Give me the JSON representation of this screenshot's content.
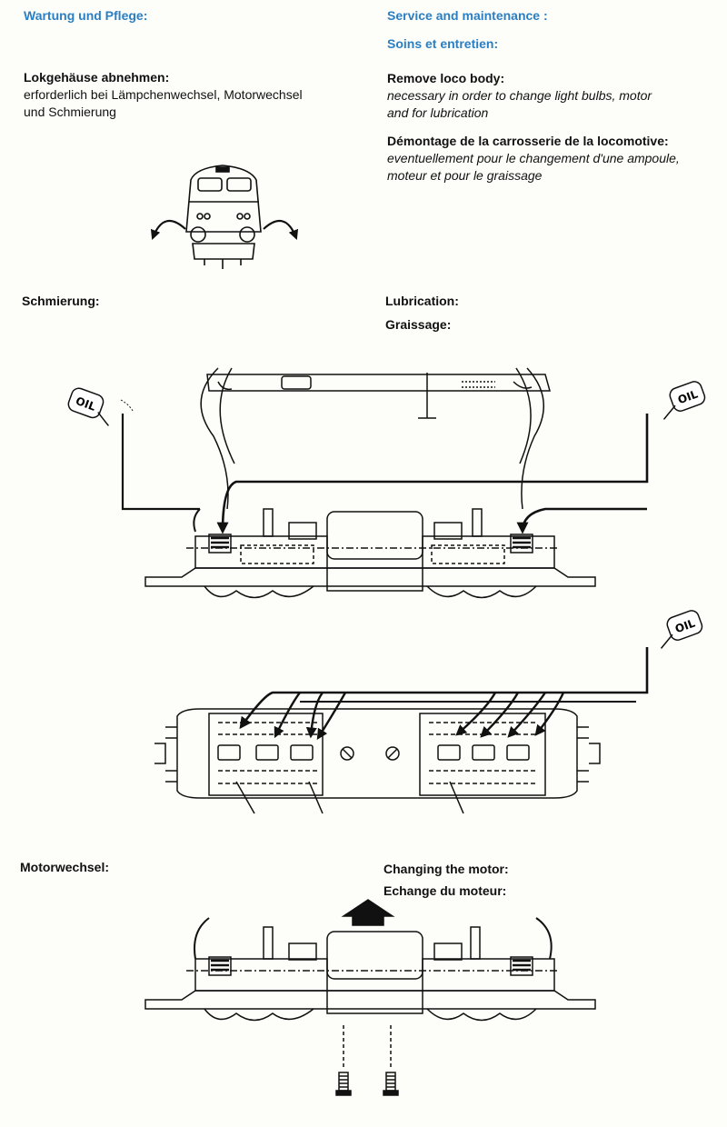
{
  "headings": {
    "de": "Wartung und Pflege:",
    "en": "Service and maintenance :",
    "fr": "Soins et entretien:"
  },
  "body_removal": {
    "de_title": "Lokgehäuse abnehmen:",
    "de_line1": "erforderlich bei Lämpchenwechsel, Motorwechsel",
    "de_line2": "und  Schmierung",
    "en_title": "Remove loco body:",
    "en_line1": "necessary in order to change light bulbs, motor",
    "en_line2": "and  for  lubrication",
    "fr_title": "Démontage de la carrosserie de la locomotive:",
    "fr_line1": "eventuellement pour le changement d'une ampoule,",
    "fr_line2": "moteur  et pour le graissage"
  },
  "lubrication": {
    "de": "Schmierung:",
    "en": "Lubrication:",
    "fr": "Graissage:"
  },
  "motor": {
    "de": "Motorwechsel:",
    "en": "Changing the motor:",
    "fr": "Echange du moteur:"
  },
  "oil_label": "OIL",
  "icons": [
    "oil-can-icon",
    "locomotive-front-icon",
    "up-arrow-icon",
    "screw-icon"
  ]
}
